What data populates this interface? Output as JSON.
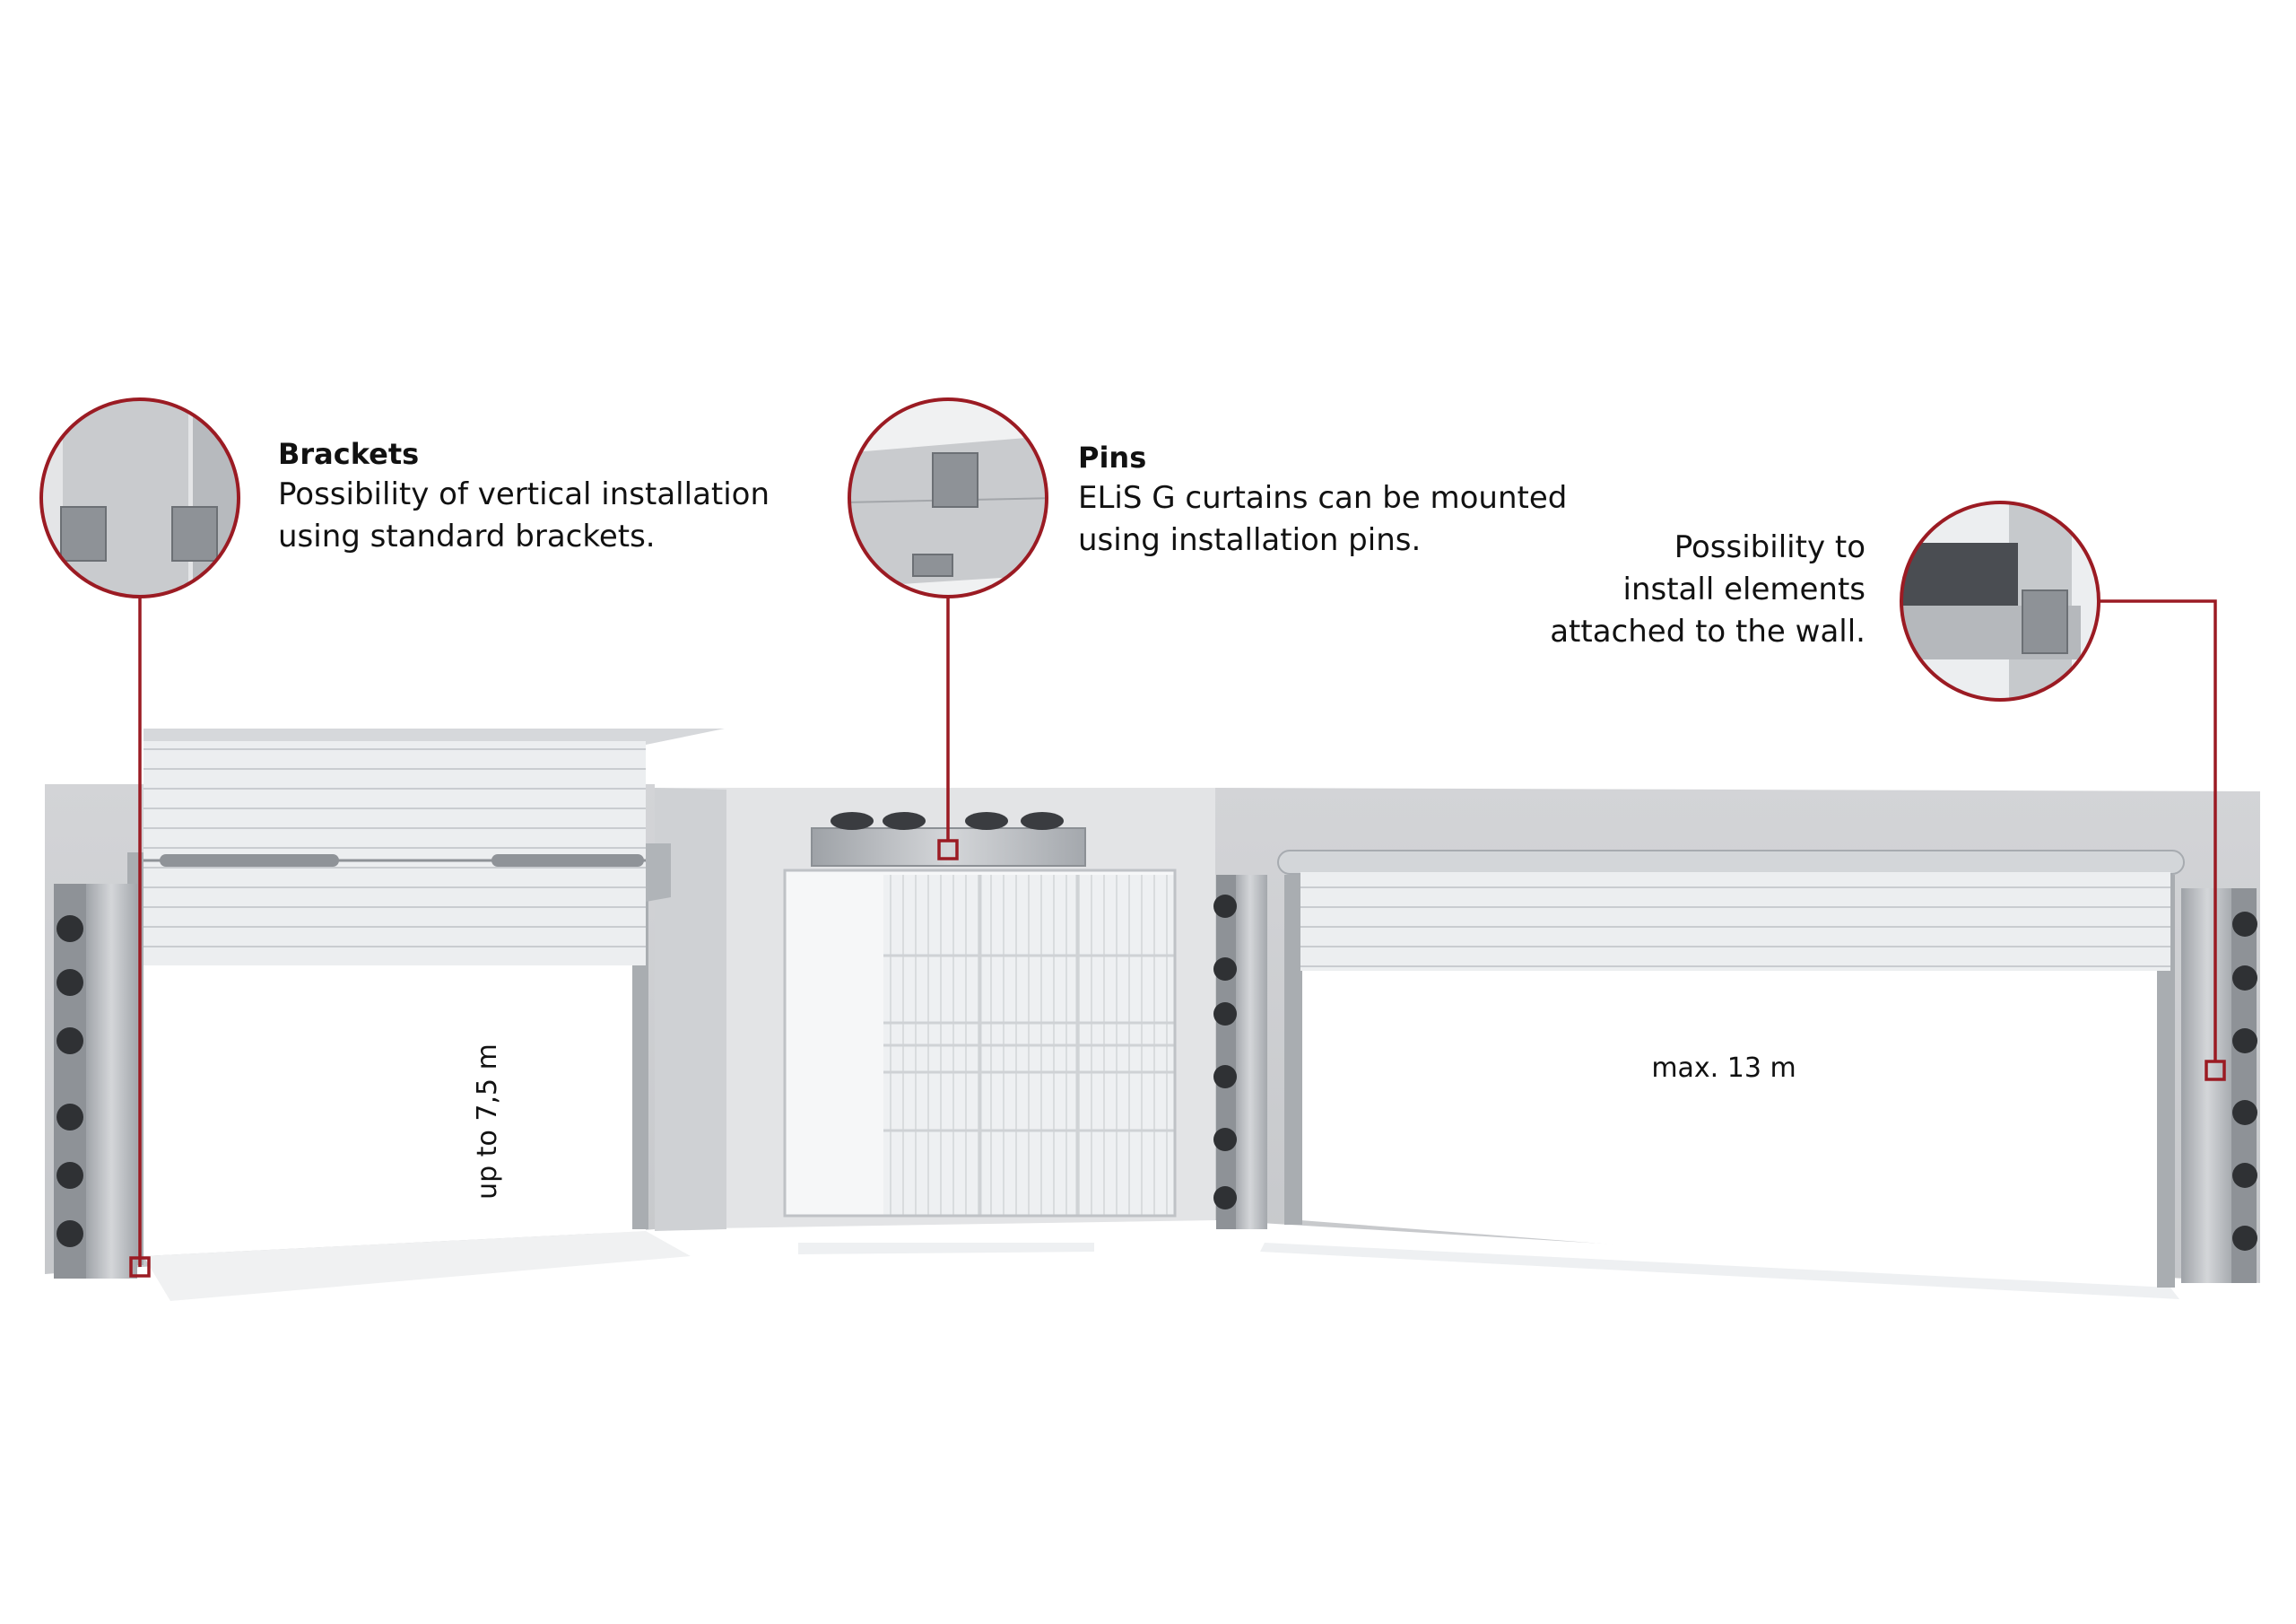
{
  "callouts": {
    "brackets": {
      "title": "Brackets",
      "body": "Possibility of vertical installation\nusing standard brackets."
    },
    "pins": {
      "title": "Pins",
      "body": "ELiS G curtains can be mounted\nusing installation pins."
    },
    "wall": {
      "body": "Possibility to\ninstall elements\nattached to the wall."
    }
  },
  "dimensions": {
    "height_label": "up to 7,5 m",
    "width_label": "max. 13 m"
  },
  "colors": {
    "accent": "#9b1b23",
    "wall": "#dcdcde",
    "unit": "#b9bcc0",
    "door": "#f2f3f4"
  }
}
